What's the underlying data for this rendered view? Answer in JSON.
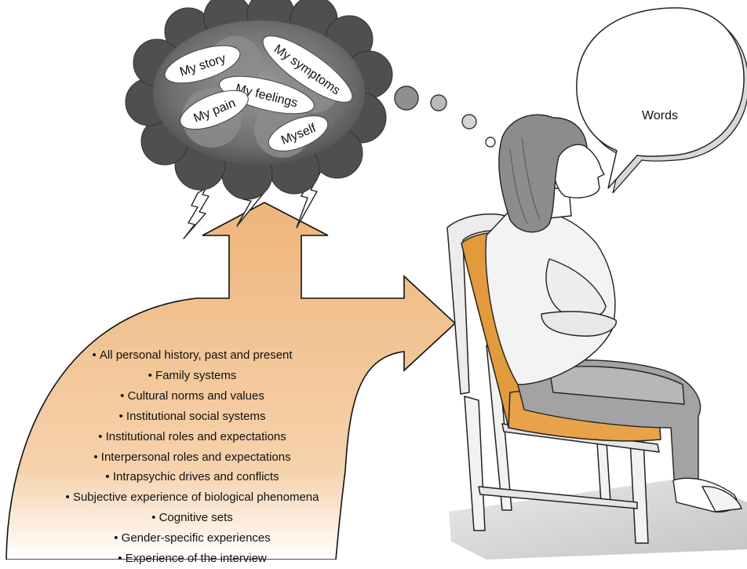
{
  "thought_cloud": {
    "labels": [
      "My story",
      "My symptoms",
      "My feelings",
      "My pain",
      "Myself"
    ]
  },
  "speech_bubble": {
    "text": "Words"
  },
  "factors": [
    "All personal history, past and present",
    "Family systems",
    "Cultural norms and values",
    "Institutional social systems",
    "Institutional roles and expectations",
    "Interpersonal roles and expectations",
    "Intrapsychic drives and conflicts",
    "Subjective experience of biological phenomena",
    "Cognitive sets",
    "Gender-specific experiences",
    "Experience of the interview"
  ],
  "colors": {
    "arrow_fill": "#eeb57a",
    "cloud_dark": "#4c4c4c",
    "cloud_mid": "#8a8a8a",
    "seat_orange": "#e39a3c",
    "figure_gray": "#9a9a9a"
  }
}
